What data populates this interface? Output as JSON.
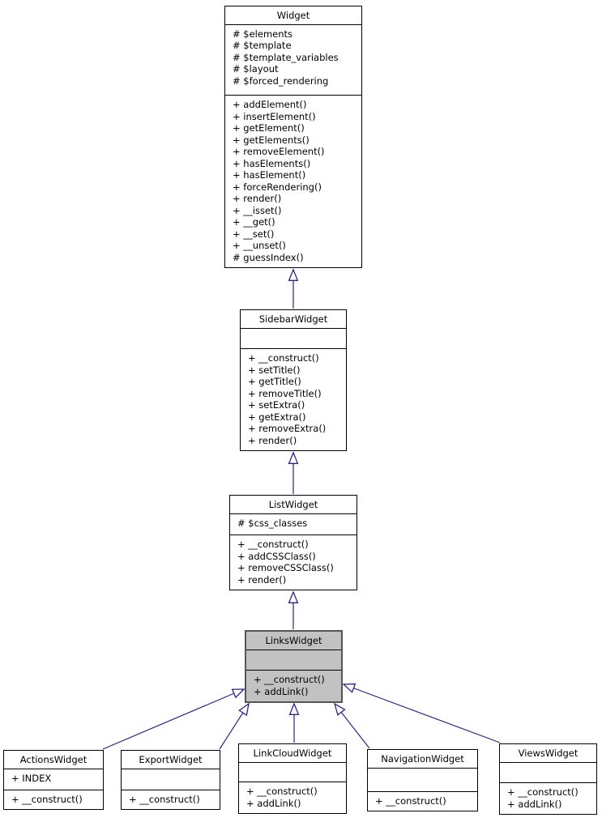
{
  "diagram": {
    "kind": "uml-class-inheritance-diagram",
    "accent_color": "#26268c",
    "highlight_fill": "#c2c2c2",
    "classes": [
      {
        "name": "Widget",
        "highlighted": false,
        "attributes": [
          "# $elements",
          "# $template",
          "# $template_variables",
          "# $layout",
          "# $forced_rendering"
        ],
        "methods": [
          "+ addElement()",
          "+ insertElement()",
          "+ getElement()",
          "+ getElements()",
          "+ removeElement()",
          "+ hasElements()",
          "+ hasElement()",
          "+ forceRendering()",
          "+ render()",
          "+ __isset()",
          "+ __get()",
          "+ __set()",
          "+ __unset()",
          "# guessIndex()"
        ]
      },
      {
        "name": "SidebarWidget",
        "highlighted": false,
        "attributes": [],
        "methods": [
          "+ __construct()",
          "+ setTitle()",
          "+ getTitle()",
          "+ removeTitle()",
          "+ setExtra()",
          "+ getExtra()",
          "+ removeExtra()",
          "+ render()"
        ]
      },
      {
        "name": "ListWidget",
        "highlighted": false,
        "attributes": [
          "# $css_classes"
        ],
        "methods": [
          "+ __construct()",
          "+ addCSSClass()",
          "+ removeCSSClass()",
          "+ render()"
        ]
      },
      {
        "name": "LinksWidget",
        "highlighted": true,
        "attributes": [],
        "methods": [
          "+ __construct()",
          "+ addLink()"
        ]
      },
      {
        "name": "ActionsWidget",
        "highlighted": false,
        "attributes": [
          "+ INDEX"
        ],
        "methods": [
          "+ __construct()"
        ]
      },
      {
        "name": "ExportWidget",
        "highlighted": false,
        "attributes": [],
        "methods": [
          "+ __construct()"
        ]
      },
      {
        "name": "LinkCloudWidget",
        "highlighted": false,
        "attributes": [],
        "methods": [
          "+ __construct()",
          "+ addLink()"
        ]
      },
      {
        "name": "NavigationWidget",
        "highlighted": false,
        "attributes": [],
        "methods": [
          "+ __construct()"
        ]
      },
      {
        "name": "ViewsWidget",
        "highlighted": false,
        "attributes": [],
        "methods": [
          "+ __construct()",
          "+ addLink()"
        ]
      }
    ],
    "inheritance": [
      {
        "child": "SidebarWidget",
        "parent": "Widget"
      },
      {
        "child": "ListWidget",
        "parent": "SidebarWidget"
      },
      {
        "child": "LinksWidget",
        "parent": "ListWidget"
      },
      {
        "child": "ActionsWidget",
        "parent": "LinksWidget"
      },
      {
        "child": "ExportWidget",
        "parent": "LinksWidget"
      },
      {
        "child": "LinkCloudWidget",
        "parent": "LinksWidget"
      },
      {
        "child": "NavigationWidget",
        "parent": "LinksWidget"
      },
      {
        "child": "ViewsWidget",
        "parent": "LinksWidget"
      }
    ]
  }
}
